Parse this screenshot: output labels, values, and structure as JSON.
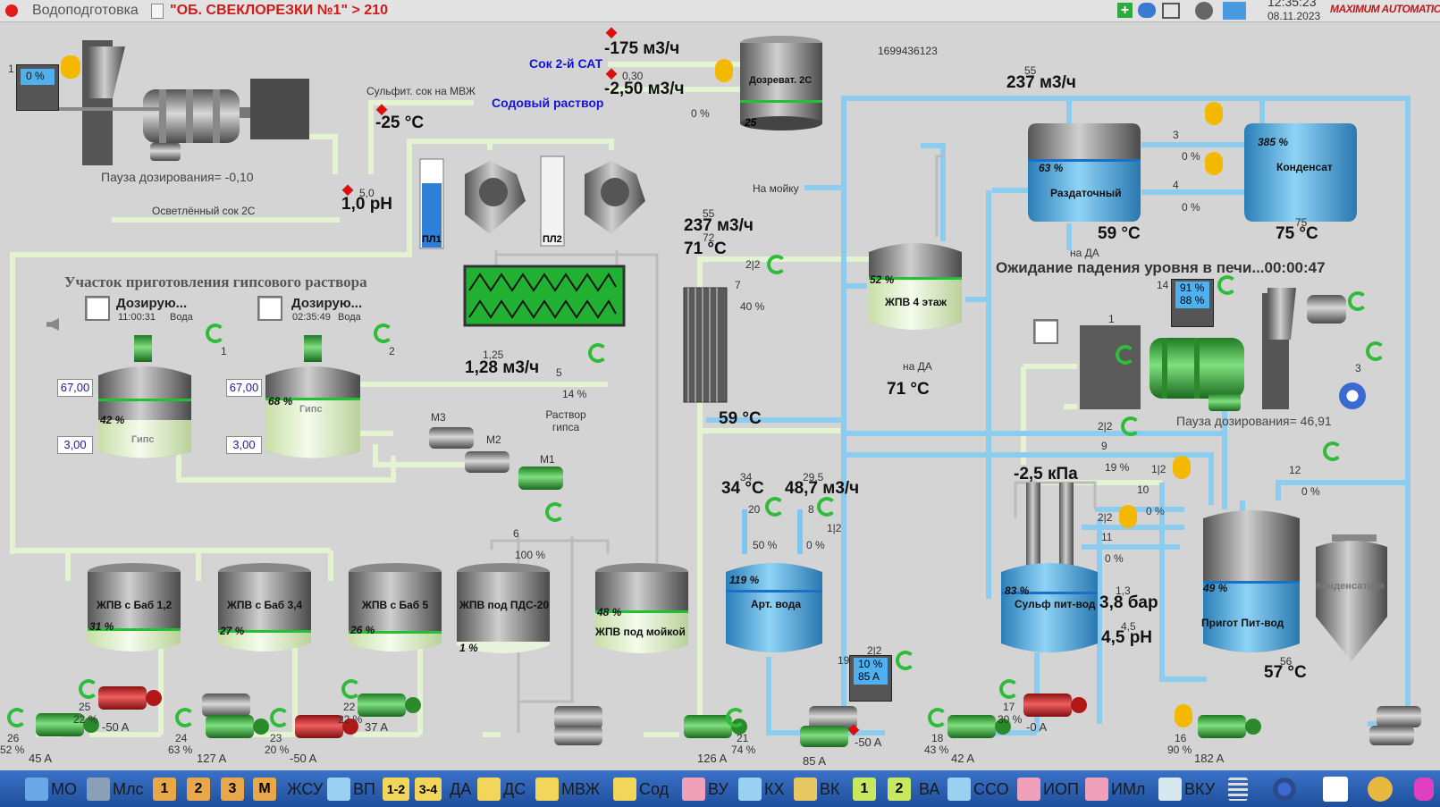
{
  "window": {
    "app": "Водоподготовка",
    "title": "\"ОБ. СВЕКЛОРЕЗКИ №1\" > 210",
    "time": "12:35:23",
    "date": "08.11.2023",
    "logo": "MAXIMUM AUTOMATION"
  },
  "id_number": "1699436123",
  "status_message": "Ожидание падения уровня в печи...00:00:47",
  "section_title": "Участок приготовления гипсового раствора",
  "labels": {
    "juice2": "Сок 2-й САТ",
    "soda": "Содовый раствор",
    "sulfit": "Сульфит. сок на МВЖ",
    "clarified": "Осветлённый сок 2С",
    "to_wash": "На мойку",
    "to_da1": "на ДА",
    "to_da2": "на ДА",
    "gypsum_solution": "Раствор гипса",
    "water1": "Вода",
    "water2": "Вода",
    "pl1": "ПЛ1",
    "pl2": "ПЛ2",
    "m1": "М1",
    "m2": "М2",
    "m3": "М3"
  },
  "pause_left": "Пауза дозирования=  -0,10",
  "pause_right": "Пауза дозирования=  46,91",
  "dosing": [
    {
      "label": "Дозирую...",
      "time": "11:00:31"
    },
    {
      "label": "Дозирую...",
      "time": "02:35:49"
    }
  ],
  "setpoints": {
    "g1_hi": "67,00",
    "g1_lo": "3,00",
    "g2_hi": "67,00",
    "g2_lo": "3,00"
  },
  "values": {
    "flow_juice": "-175 м3/ч",
    "flow_soda": "-2,50 м3/ч",
    "soda_small": "0,30",
    "temp_sulfit": "-25 °C",
    "ph_main": "1,0 pH",
    "ph_small": "5,0",
    "flow_237_top": "237 м3/ч",
    "flow_237_top_idx": "55",
    "flow_237_mid": "237 м3/ч",
    "flow_237_mid_idx": "55",
    "temp_71_mid": "71 °C",
    "temp_71_mid_idx": "72",
    "temp_59_mid": "59 °C",
    "temp_71_da": "71 °C",
    "temp_59_right": "59 °C",
    "temp_75": "75 °C",
    "temp_75_idx": "75",
    "flow_gypsum": "1,28 м3/ч",
    "flow_gypsum_idx": "1,25",
    "temp_34": "34 °C",
    "temp_34_idx": "34",
    "flow_48": "48,7 м3/ч",
    "flow_48_idx": "29,5",
    "pressure_kpa": "-2,5 кПа",
    "pressure_bar": "3,8 бар",
    "pressure_bar_idx": "1,3",
    "ph_sulf": "4,5 pH",
    "ph_sulf_idx": "4,5",
    "temp_57": "57 °C",
    "temp_57_idx": "56",
    "dozer_level": "25"
  },
  "tanks": {
    "dozer": {
      "name": "Дозреват. 2С"
    },
    "razdat": {
      "name": "Раздаточный",
      "pct": "63 %"
    },
    "kondensat": {
      "name": "Конденсат",
      "pct": "385 %"
    },
    "zhpv4": {
      "name": "ЖПВ 4 этаж",
      "pct": "52 %"
    },
    "gips1": {
      "name": "Гипс",
      "pct": "42 %"
    },
    "gips2": {
      "name": "Гипс",
      "pct": "68 %"
    },
    "zhpv12": {
      "name": "ЖПВ с Баб 1,2",
      "pct": "31 %"
    },
    "zhpv34": {
      "name": "ЖПВ с Баб 3,4",
      "pct": "27 %"
    },
    "zhpv5": {
      "name": "ЖПВ с Баб 5",
      "pct": "26 %"
    },
    "pds20": {
      "name": "ЖПВ под ПДС-20",
      "pct": "1 %"
    },
    "moika": {
      "name": "ЖПВ под мойкой",
      "pct": "48 %"
    },
    "art": {
      "name": "Арт. вода",
      "pct": "119 %"
    },
    "sulf": {
      "name": "Сульф пит-вод",
      "pct": "83 %"
    },
    "prigot": {
      "name": "Пригот Пит-вод",
      "pct": "49 %"
    },
    "kondensatnaya": {
      "name": "Конденсатная"
    }
  },
  "valves": {
    "v_dozer": {
      "pct": "0 %"
    },
    "v3": {
      "num": "3",
      "pct": "0 %"
    },
    "v4": {
      "num": "4",
      "pct": "0 %"
    },
    "v7": {
      "num": "7",
      "pct": "40 %",
      "mode": "2|2"
    },
    "v5": {
      "num": "5",
      "pct": "14 %"
    },
    "v6": {
      "num": "6",
      "pct": "100 %"
    },
    "v20": {
      "num": "20",
      "pct": "50 %"
    },
    "v8": {
      "num": "8",
      "pct": "0 %",
      "mode": "1|2"
    },
    "v9": {
      "num": "9",
      "pct": "19 %",
      "mode": "2|2"
    },
    "v10": {
      "num": "10",
      "pct": "0 %",
      "mode": "1|2"
    },
    "v11": {
      "num": "11",
      "pct": "0 %",
      "mode": "2|2"
    },
    "v12": {
      "num": "12",
      "pct": "0 %"
    },
    "v1": {
      "num": "1"
    },
    "v2": {
      "num": "2"
    },
    "v3r": {
      "num": "3"
    }
  },
  "monitors": {
    "m1": {
      "num": "1",
      "pct": "0 %"
    },
    "m14": {
      "num": "14",
      "a": "91 %",
      "b": "88 %"
    },
    "m19": {
      "num": "19",
      "a": "10 %",
      "b": "85 A",
      "mode": "2|2"
    }
  },
  "kiln_num": "1",
  "pumps": [
    {
      "num": "26",
      "pct": "52 %",
      "amp": "45 A"
    },
    {
      "num": "25",
      "pct": "22 %",
      "amp": "-50 A"
    },
    {
      "num": "24",
      "pct": "63 %",
      "amp": "127 A"
    },
    {
      "num": "23",
      "pct": "20 %",
      "amp": "-50 A"
    },
    {
      "num": "22",
      "pct": "22 %",
      "amp": "37 A"
    },
    {
      "num": "21",
      "pct": "74 %",
      "amp": "126 A"
    },
    {
      "num": "",
      "pct": "",
      "amp": "85 A"
    },
    {
      "num": "",
      "pct": "",
      "amp": "-50 A"
    },
    {
      "num": "18",
      "pct": "43 %",
      "amp": "42 A"
    },
    {
      "num": "17",
      "pct": "30 %",
      "amp": "-0 A"
    },
    {
      "num": "16",
      "pct": "90 %",
      "amp": "182 A"
    }
  ],
  "taskbar": [
    "МО",
    "Млс",
    "1",
    "2",
    "3",
    "М",
    "ЖСУ",
    "ВП",
    "1-2",
    "3-4",
    "ДА",
    "ДС",
    "МВЖ",
    "Сод",
    "ВУ",
    "КХ",
    "ВК",
    "1",
    "2",
    "ВА",
    "ССО",
    "ИОП",
    "ИМл",
    "ВКУ"
  ],
  "colors": {
    "pipe_green": "#e2f3d0",
    "pipe_blue": "#7cc7ef",
    "level_green": "#22c035",
    "valve_green": "#34b83a",
    "alarm_red": "#e01010"
  }
}
